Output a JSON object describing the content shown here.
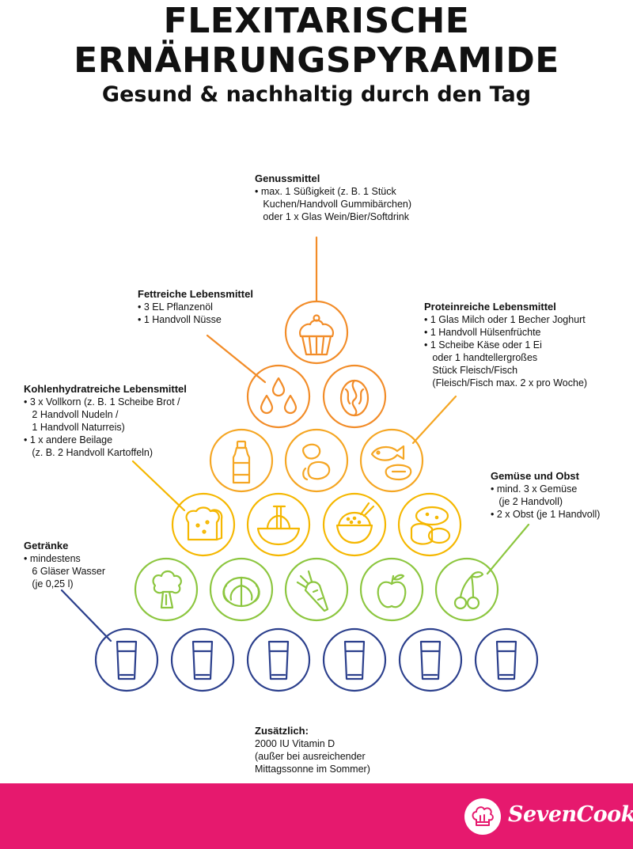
{
  "header": {
    "title_line1": "FLEXITARISCHE",
    "title_line2": "ERNÄHRUNGSPYRAMIDE",
    "subtitle": "Gesund & nachhaltig durch den Tag"
  },
  "groups": {
    "genuss": {
      "heading": "Genussmittel",
      "items": [
        "• max. 1 Süßigkeit (z. B. 1 Stück",
        "   Kuchen/Handvoll Gummibärchen)",
        "   oder 1 x Glas Wein/Bier/Softdrink"
      ]
    },
    "fett": {
      "heading": "Fettreiche Lebensmittel",
      "items": [
        "• 3 EL Pflanzenöl",
        "• 1 Handvoll Nüsse"
      ]
    },
    "protein": {
      "heading": "Proteinreiche Lebensmittel",
      "items": [
        "• 1 Glas Milch oder 1 Becher Joghurt",
        "• 1 Handvoll Hülsenfrüchte",
        "• 1 Scheibe Käse oder 1 Ei",
        "   oder 1 handtellergroßes",
        "   Stück Fleisch/Fisch",
        "   (Fleisch/Fisch max. 2 x pro Woche)"
      ]
    },
    "kohlen": {
      "heading": "Kohlenhydratreiche Lebensmittel",
      "items": [
        "• 3 x Vollkorn (z. B. 1 Scheibe Brot /",
        "   2 Handvoll Nudeln /",
        "   1 Handvoll Naturreis)",
        "• 1 x andere Beilage",
        "   (z. B. 2 Handvoll Kartoffeln)"
      ]
    },
    "gemuese": {
      "heading": "Gemüse und Obst",
      "items": [
        "• mind. 3 x Gemüse",
        "   (je 2 Handvoll)",
        "• 2 x Obst (je 1 Handvoll)"
      ]
    },
    "getraenke": {
      "heading": "Getränke",
      "items": [
        "• mindestens",
        "   6 Gläser Wasser",
        "   (je 0,25 l)"
      ]
    }
  },
  "extra": {
    "heading": "Zusätzlich:",
    "lines": [
      "2000 IU Vitamin D",
      "(außer bei ausreichender",
      "Mittagssonne im Sommer)"
    ]
  },
  "footer": {
    "brand": "SevenCooks"
  },
  "colors": {
    "tier1": "#f28c28",
    "tier2": "#f5a623",
    "tier3": "#f5b700",
    "tier4": "#f6cf2a",
    "tier5": "#8cc63f",
    "tier6": "#2b3f8c",
    "footer": "#e6196e"
  },
  "pyramid": {
    "row1": [
      "cupcake-icon"
    ],
    "row2": [
      "oil-drops-icon",
      "walnut-icon"
    ],
    "row3": [
      "oil-bottle-icon",
      "nuts-icon",
      "fish-steak-icon"
    ],
    "row4": [
      "bread-icon",
      "pasta-icon",
      "rice-bowl-icon",
      "potatoes-icon"
    ],
    "row5": [
      "broccoli-icon",
      "cabbage-icon",
      "carrot-icon",
      "apple-icon",
      "cherries-icon"
    ],
    "row6": [
      "water-glass-icon",
      "water-glass-icon",
      "water-glass-icon",
      "water-glass-icon",
      "water-glass-icon",
      "water-glass-icon"
    ]
  }
}
